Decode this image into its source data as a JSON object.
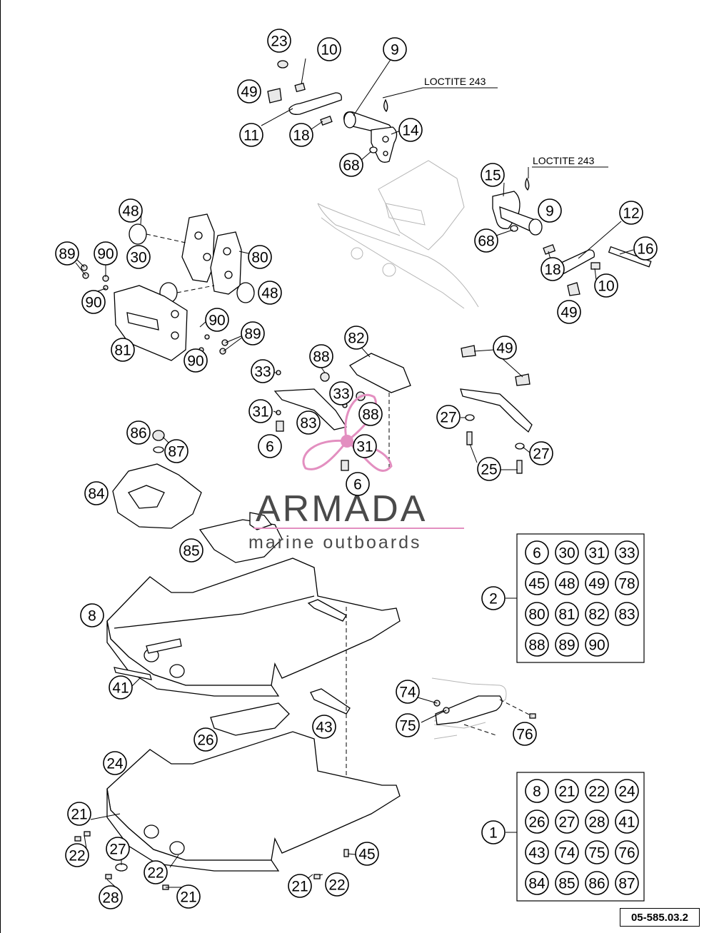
{
  "notes": {
    "loctite_1": "LOCTITE 243",
    "loctite_2": "LOCTITE 243"
  },
  "watermark": {
    "brand": "ARMADA",
    "tagline": "marine outboards",
    "logo_color": "#e38fc0"
  },
  "reference_code": "05-585.03.2",
  "callouts": [
    "23",
    "10",
    "9",
    "49",
    "11",
    "18",
    "14",
    "68",
    "15",
    "9",
    "68",
    "18",
    "12",
    "16",
    "10",
    "49",
    "48",
    "89",
    "90",
    "30",
    "80",
    "90",
    "48",
    "81",
    "90",
    "89",
    "90",
    "82",
    "88",
    "33",
    "31",
    "83",
    "33",
    "88",
    "31",
    "6",
    "6",
    "49",
    "27",
    "27",
    "25",
    "86",
    "87",
    "84",
    "85",
    "8",
    "41",
    "26",
    "43",
    "24",
    "21",
    "22",
    "27",
    "22",
    "28",
    "21",
    "21",
    "22",
    "45",
    "74",
    "75",
    "76",
    "2",
    "1"
  ],
  "kit_2": {
    "label": "2",
    "items": [
      "6",
      "30",
      "31",
      "33",
      "45",
      "48",
      "49",
      "78",
      "80",
      "81",
      "82",
      "83",
      "88",
      "89",
      "90"
    ]
  },
  "kit_1": {
    "label": "1",
    "items": [
      "8",
      "21",
      "22",
      "24",
      "26",
      "27",
      "28",
      "41",
      "43",
      "74",
      "75",
      "76",
      "84",
      "85",
      "86",
      "87"
    ]
  }
}
